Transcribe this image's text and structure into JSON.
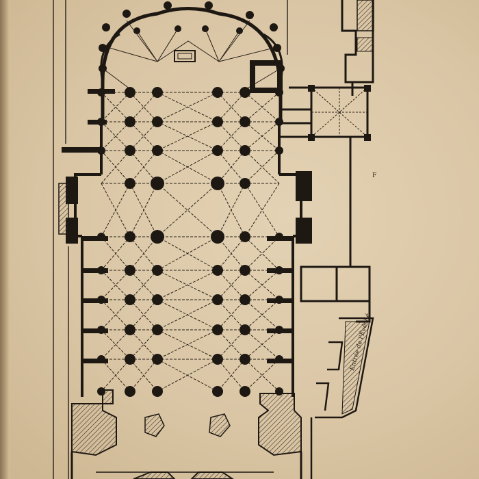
{
  "figure": {
    "subject": "Cathedral floor plan (engraving)",
    "labels": {
      "side_letter": "F",
      "cloister_entrance": "Entrée de l'Évêché"
    }
  },
  "colors": {
    "paper": "#dac6a5",
    "ink": "#1e1813",
    "hatch": "#3a2f25"
  }
}
